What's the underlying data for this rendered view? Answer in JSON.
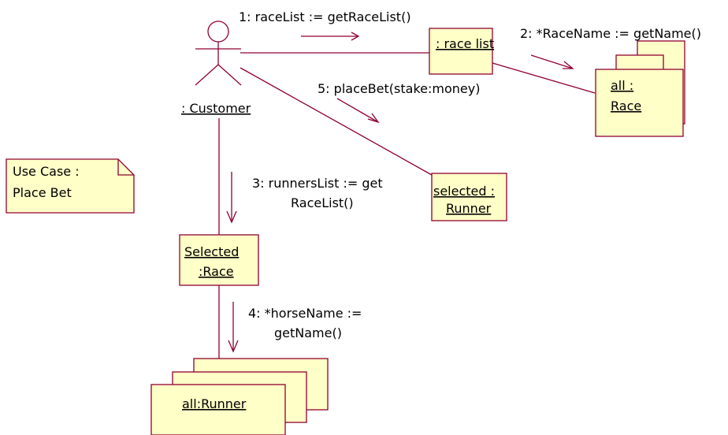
{
  "diagram": {
    "actor": {
      "name": ": Customer"
    },
    "objects": {
      "race_list": ": race list",
      "all_race_line1": "all :",
      "all_race_line2": "Race",
      "selected_runner_line1": "selected :",
      "selected_runner_line2": "Runner",
      "selected_race_line1": "Selected",
      "selected_race_line2": ":Race",
      "all_runner": "all:Runner"
    },
    "note": {
      "line1": "Use Case :",
      "line2": "Place Bet"
    },
    "messages": {
      "m1": "1: raceList := getRaceList()",
      "m2": "2: *RaceName := getName()",
      "m3_line1": "3: runnersList := get",
      "m3_line2": "RaceList()",
      "m4_line1": "4: *horseName :=",
      "m4_line2": "getName()",
      "m5": "5: placeBet(stake:money)"
    },
    "colors": {
      "line": "#900030",
      "fill": "#ffffc8"
    }
  }
}
